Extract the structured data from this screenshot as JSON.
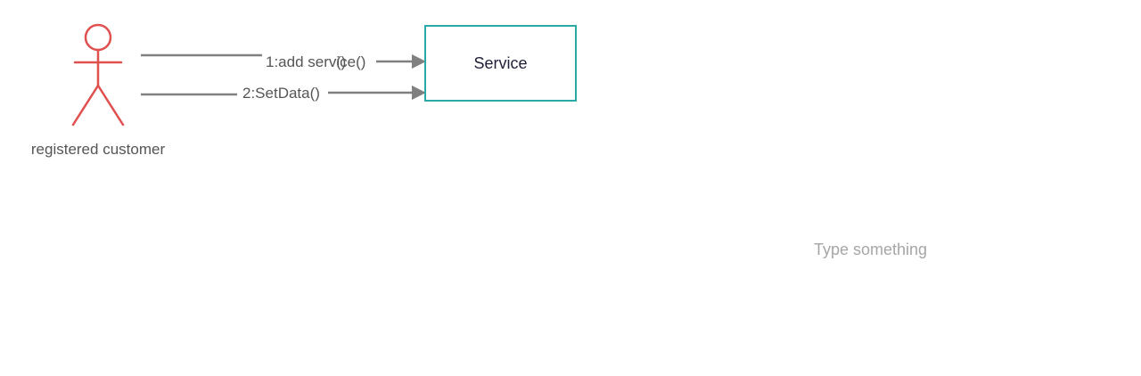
{
  "actor": {
    "label": "registered customer",
    "color": "#e0504f"
  },
  "messages": [
    {
      "label": "1:add service()"
    },
    {
      "label": "2:SetData()"
    }
  ],
  "overlap_fragment": "()",
  "node": {
    "label": "Service",
    "border_color": "#2aa9a7"
  },
  "text_placeholder": "Type something",
  "connector_color": "#808080"
}
